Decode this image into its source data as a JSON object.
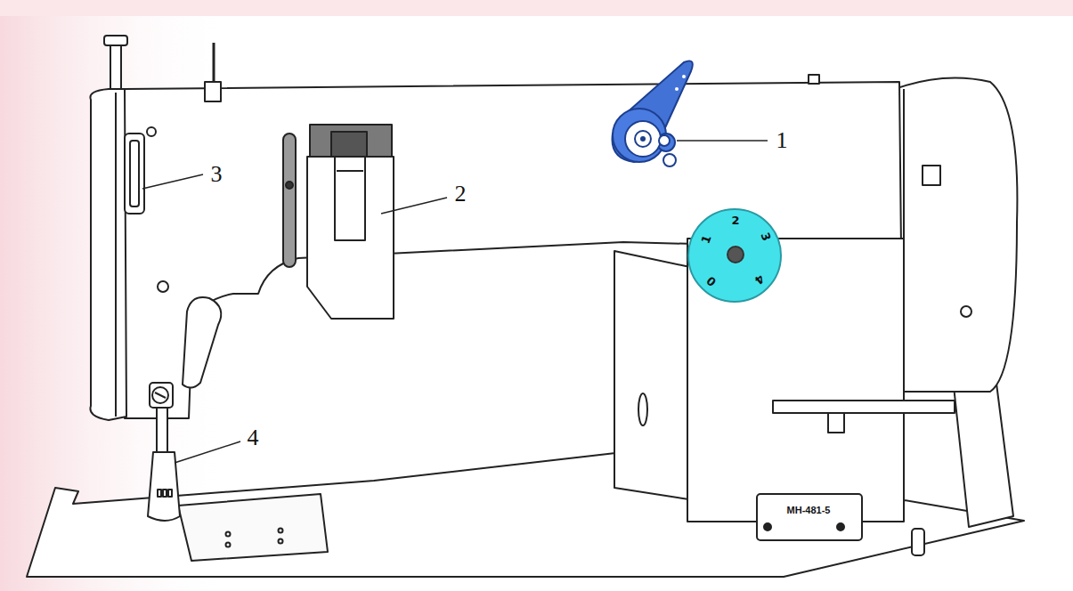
{
  "diagram": {
    "labels": [
      "1",
      "2",
      "3",
      "4",
      "1",
      "2",
      "3",
      "4",
      "0",
      "MH-481-5"
    ]
  }
}
